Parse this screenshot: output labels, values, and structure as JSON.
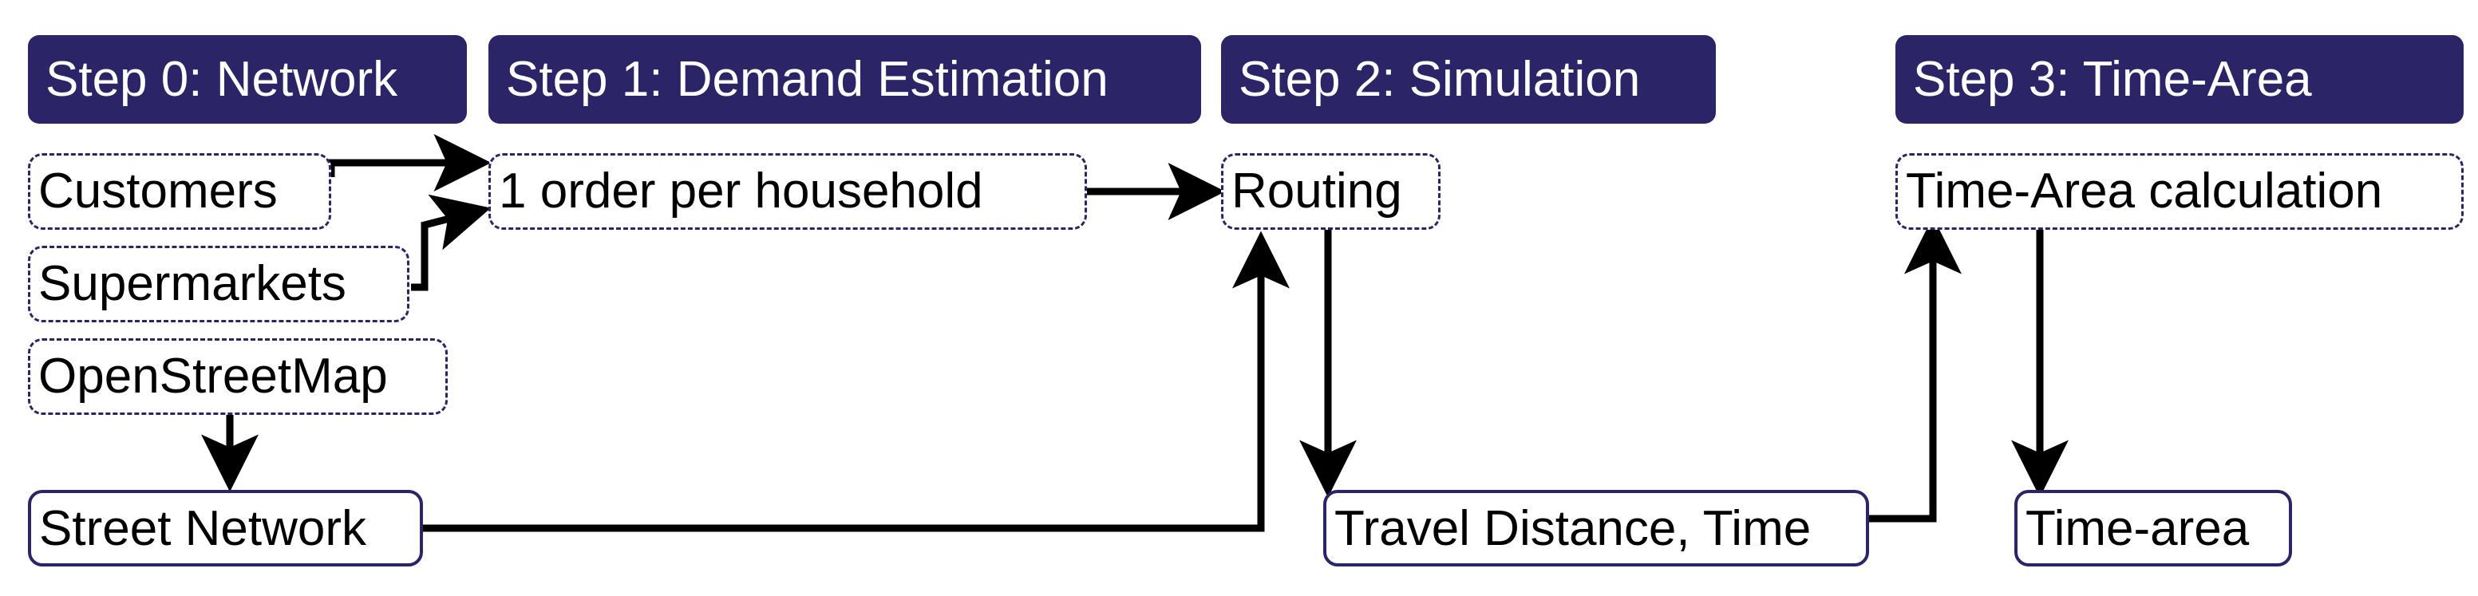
{
  "colors": {
    "header_bg": "#2b2466",
    "header_text": "#ffffff",
    "node_border": "#2b2466",
    "arrow": "#000000"
  },
  "steps": [
    {
      "id": "step-0",
      "label": "Step 0: Network"
    },
    {
      "id": "step-1",
      "label": "Step 1: Demand Estimation"
    },
    {
      "id": "step-2",
      "label": "Step 2: Simulation"
    },
    {
      "id": "step-3",
      "label": "Step 3: Time-Area"
    }
  ],
  "nodes": {
    "customers": "Customers",
    "supermarkets": "Supermarkets",
    "openstreetmap": "OpenStreetMap",
    "street_network": "Street Network",
    "order": "1 order per household",
    "routing": "Routing",
    "travel": "Travel Distance, Time",
    "timearea_calc": "Time-Area calculation",
    "timearea": "Time-area"
  }
}
